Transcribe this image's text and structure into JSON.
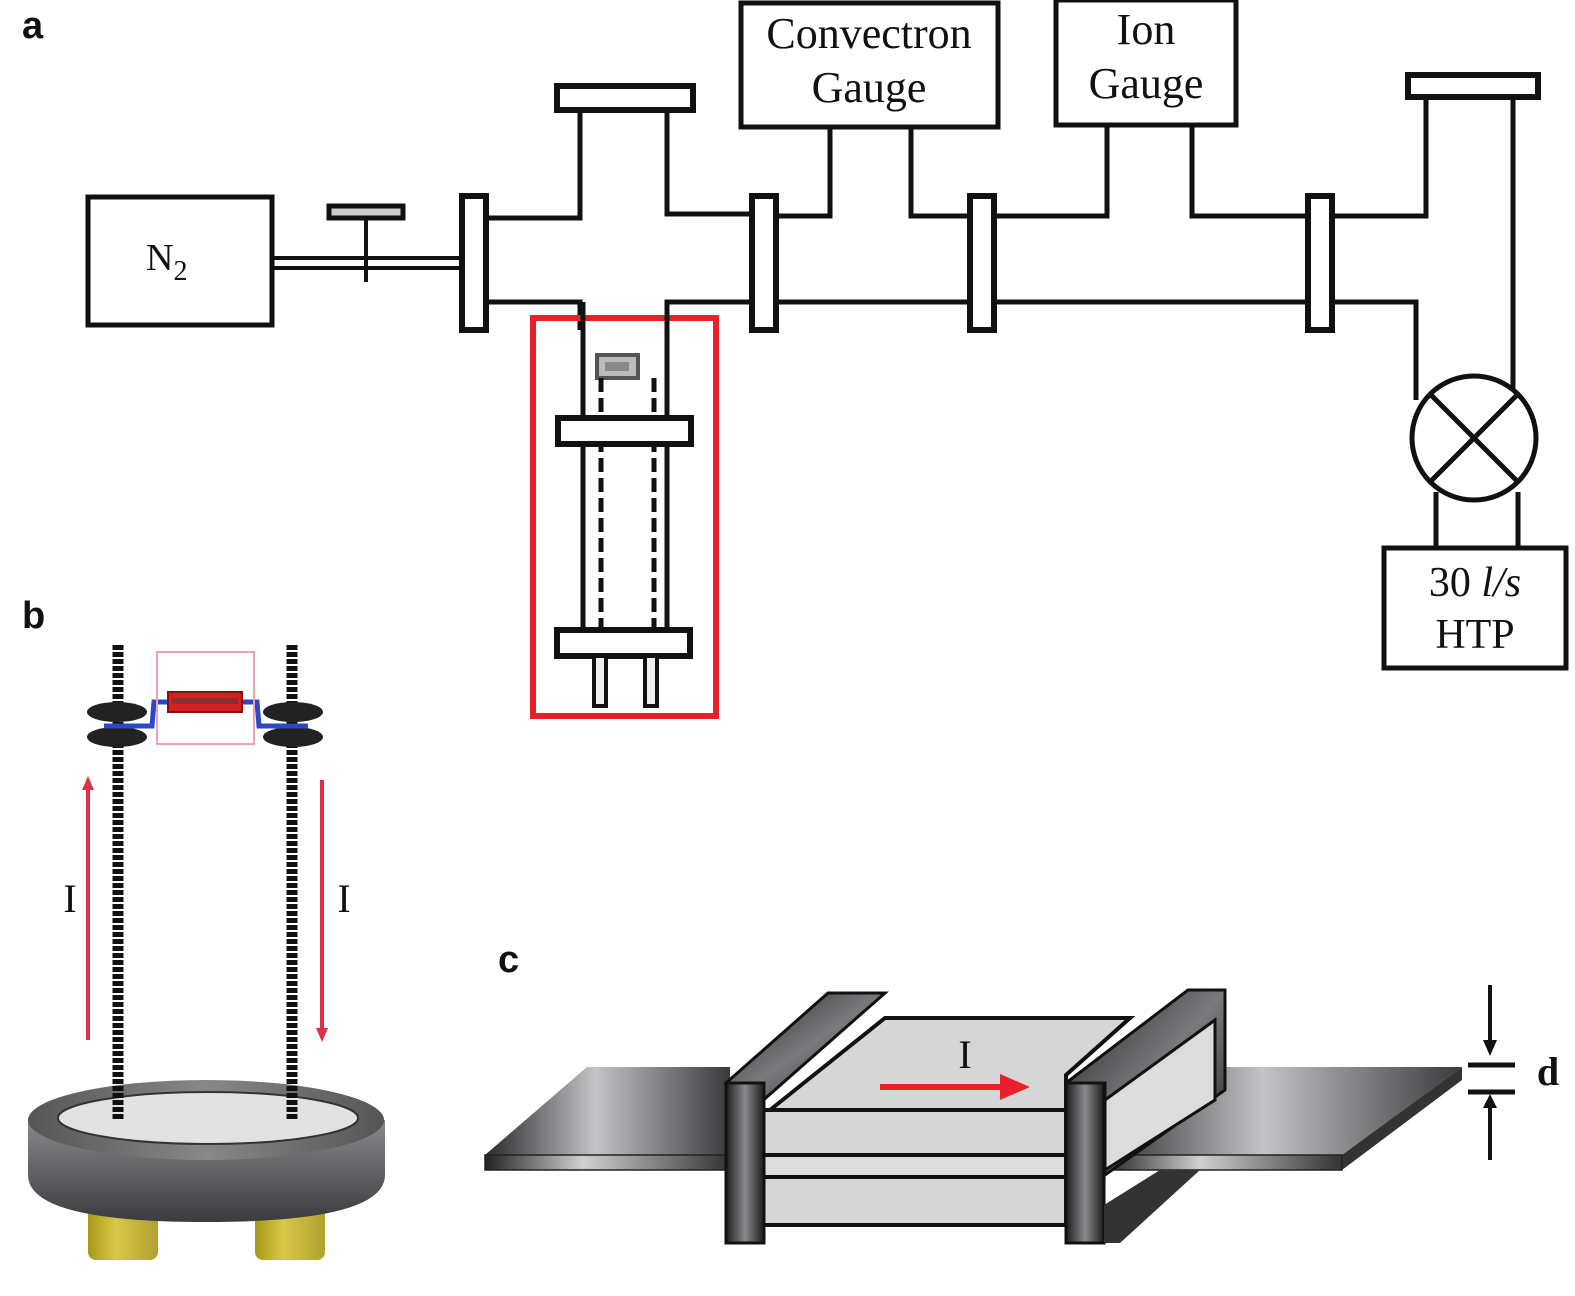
{
  "panels": {
    "a": {
      "label": "a",
      "components": {
        "gas_source": {
          "text": "N",
          "subscript": "2"
        },
        "convectron_gauge": {
          "line1": "Convectron",
          "line2": "Gauge"
        },
        "ion_gauge": {
          "line1": "Ion",
          "line2": "Gauge"
        },
        "pump": {
          "line1_num": "30 ",
          "line1_unit": "l/s",
          "line2": "HTP"
        }
      },
      "highlight_color": "#e8202a"
    },
    "b": {
      "label": "b",
      "current_left": "I",
      "current_right": "I",
      "colors": {
        "arrow": "#e0304a",
        "wire": "#2a48c8",
        "sample": "#d42020",
        "highlight": "#f0a0b0",
        "feet": "#c8b830"
      }
    },
    "c": {
      "label": "c",
      "current": "I",
      "thickness": "d",
      "arrow_color": "#e8202a"
    }
  }
}
